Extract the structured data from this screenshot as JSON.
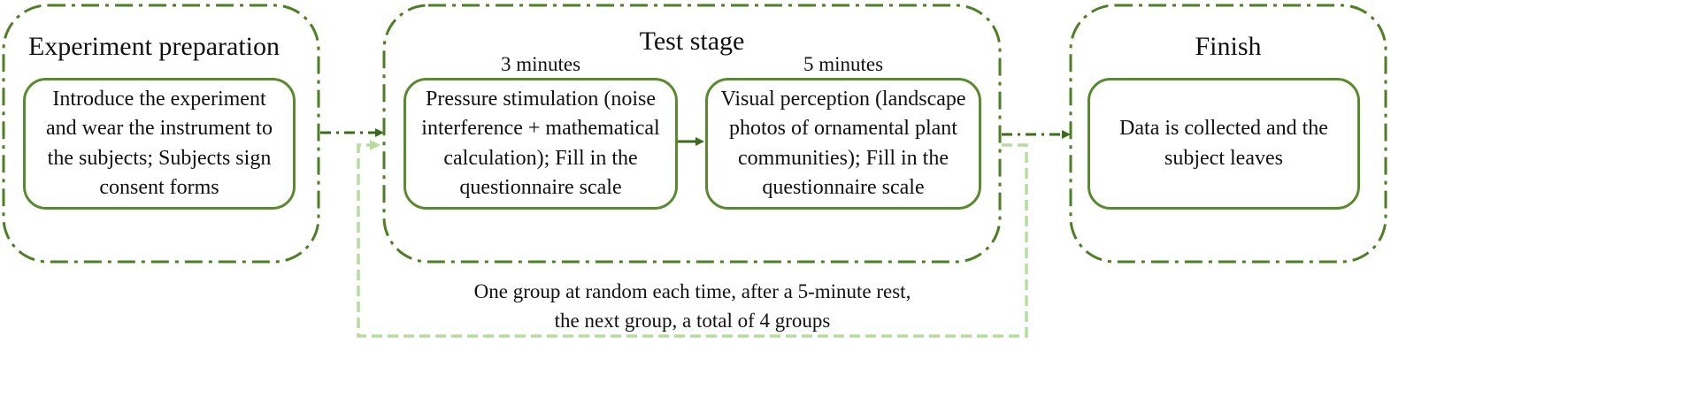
{
  "stages": [
    {
      "title": "Experiment preparation",
      "steps": [
        {
          "text": "Introduce the experiment and wear the instrument to the subjects; Subjects sign consent forms"
        }
      ]
    },
    {
      "title": "Test stage",
      "steps": [
        {
          "duration": "3 minutes",
          "text": "Pressure stimulation (noise interference + mathematical calculation); Fill in the questionnaire scale"
        },
        {
          "duration": "5 minutes",
          "text": "Visual perception (landscape photos of ornamental plant communities); Fill in the questionnaire scale"
        }
      ]
    },
    {
      "title": "Finish",
      "steps": [
        {
          "text": "Data is collected and the subject leaves"
        }
      ]
    }
  ],
  "loop_note": {
    "line1": "One group at random each time, after a 5-minute rest,",
    "line2": "the next group, a total of 4 groups"
  },
  "colors": {
    "stage_border": "#4e7f25",
    "step_border": "#5a8a2e",
    "arrow": "#3d6b1c",
    "loop": "#b7dca0"
  }
}
